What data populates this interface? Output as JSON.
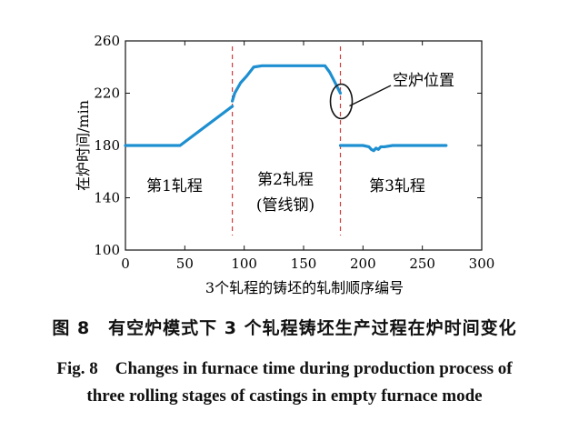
{
  "chart_data": {
    "type": "line",
    "xlabel": "3个轧程的铸坯的轧制顺序编号",
    "ylabel": "在炉时间/min",
    "xlim": [
      0,
      300
    ],
    "ylim": [
      100,
      260
    ],
    "xticks": [
      0,
      50,
      100,
      150,
      200,
      250,
      300
    ],
    "yticks": [
      100,
      140,
      180,
      220,
      260
    ],
    "grid": false,
    "line_color": "#1e8fd0",
    "divider_color": "#d23b3b",
    "dividers_x": [
      90,
      181
    ],
    "segments": [
      {
        "x": [
          0,
          46,
          90
        ],
        "y": [
          180,
          180,
          210
        ]
      },
      {
        "x": [
          90,
          92,
          97,
          102,
          108,
          115,
          125,
          140,
          150,
          160,
          168,
          172,
          176,
          181
        ],
        "y": [
          214,
          220,
          228,
          233,
          240,
          241,
          241,
          241,
          241,
          241,
          241,
          236,
          229,
          220
        ]
      },
      {
        "x": [
          181,
          184,
          200,
          205,
          207,
          209,
          211,
          213,
          215,
          218,
          225,
          240,
          255,
          270
        ],
        "y": [
          180,
          180,
          180,
          179,
          177,
          176,
          178,
          177,
          179,
          179,
          180,
          180,
          180,
          180
        ]
      }
    ],
    "annotations": {
      "stage1": "第1轧程",
      "stage2": "第2轧程",
      "stage2_sub": "(管线钢)",
      "stage3": "第3轧程",
      "empty_furnace": "空炉位置"
    },
    "empty_furnace_ellipse": {
      "x": 181,
      "y": 220
    }
  },
  "caption": {
    "cn": "图 8　有空炉模式下 3 个轧程铸坯生产过程在炉时间变化",
    "en_line1": "Fig. 8　Changes in furnace time during production process of",
    "en_line2": "three rolling stages of castings in empty furnace mode"
  }
}
